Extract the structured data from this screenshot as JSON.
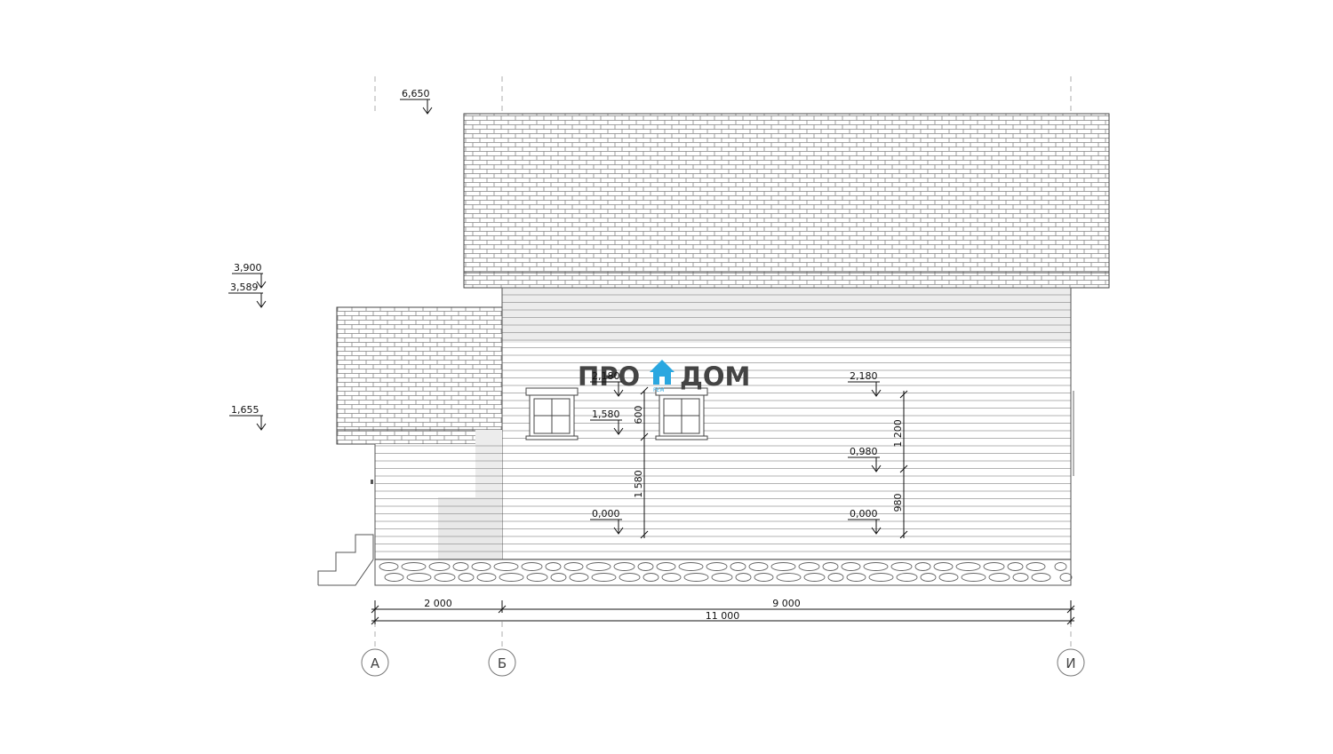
{
  "elevation": {
    "levels": [
      {
        "id": "roof-ridge",
        "label": "6,650"
      },
      {
        "id": "eave",
        "label": "3,900"
      },
      {
        "id": "wall-top",
        "label": "3,589"
      },
      {
        "id": "porch-roof",
        "label": "1,655"
      },
      {
        "id": "win-top-left",
        "label": "2,180"
      },
      {
        "id": "win-sill-left",
        "label": "1,580"
      },
      {
        "id": "zero-left",
        "label": "0,000"
      },
      {
        "id": "win-top-right",
        "label": "2,180"
      },
      {
        "id": "win-sill-right",
        "label": "0,980"
      },
      {
        "id": "zero-right",
        "label": "0,000"
      }
    ],
    "vertical_dims": [
      {
        "id": "window-height-left",
        "label": "600"
      },
      {
        "id": "sill-height-left",
        "label": "1 580"
      },
      {
        "id": "window-height-right",
        "label": "1 200"
      },
      {
        "id": "sill-height-right",
        "label": "980"
      }
    ],
    "horizontal_dims": [
      {
        "id": "span-a-b",
        "label": "2 000"
      },
      {
        "id": "span-b-i",
        "label": "9 000"
      },
      {
        "id": "span-total",
        "label": "11 000"
      }
    ],
    "axes": [
      {
        "id": "axis-a",
        "label": "А"
      },
      {
        "id": "axis-b",
        "label": "Б"
      },
      {
        "id": "axis-i",
        "label": "И"
      }
    ]
  },
  "logo": {
    "left": "ПРО",
    "right": "ДОМ",
    "sub": "РЕМ",
    "color": "#2aa7e0"
  }
}
